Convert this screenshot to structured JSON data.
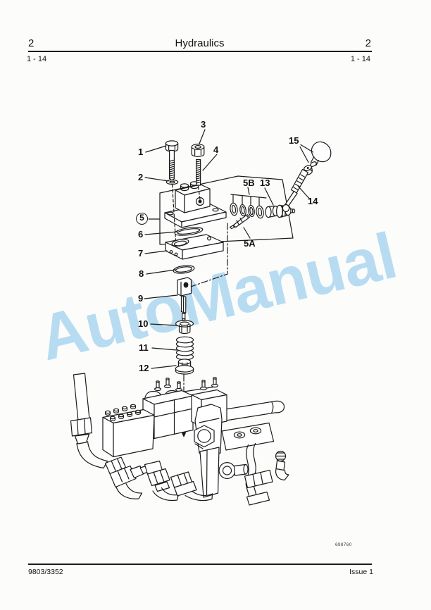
{
  "header": {
    "page_left": "2",
    "title": "Hydraulics",
    "page_right": "2",
    "section_left": "1 - 14",
    "section_right": "1 - 14"
  },
  "footer": {
    "publication": "9803/3352",
    "issue": "Issue 1"
  },
  "figure": {
    "drawing_number": "698760",
    "watermark": "AutoManual"
  },
  "callouts": [
    {
      "label": "1"
    },
    {
      "label": "2"
    },
    {
      "label": "3"
    },
    {
      "label": "4"
    },
    {
      "label": "5"
    },
    {
      "label": "5A"
    },
    {
      "label": "5B"
    },
    {
      "label": "6"
    },
    {
      "label": "7"
    },
    {
      "label": "8"
    },
    {
      "label": "9"
    },
    {
      "label": "10"
    },
    {
      "label": "11"
    },
    {
      "label": "12"
    },
    {
      "label": "13"
    },
    {
      "label": "14"
    },
    {
      "label": "15"
    }
  ]
}
